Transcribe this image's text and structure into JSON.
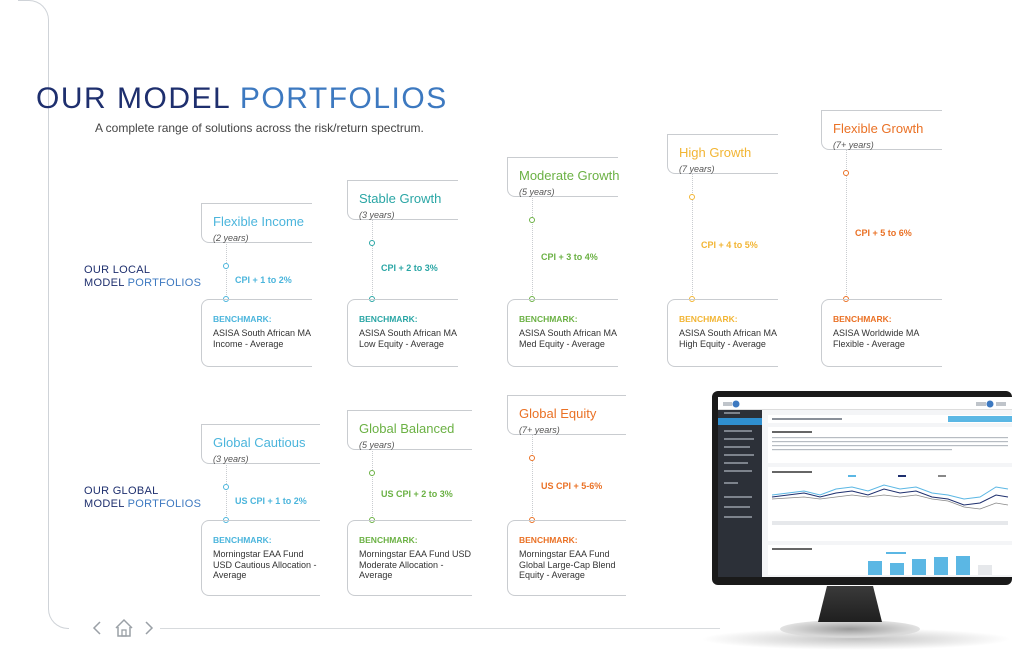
{
  "header": {
    "title_part1": "OUR MODEL",
    "title_part2": "PORTFOLIOS",
    "subtitle": "A complete range of solutions across the risk/return spectrum."
  },
  "local": {
    "label_line1": "OUR LOCAL",
    "label_line2a": "MODEL",
    "label_line2b": "PORTFOLIOS",
    "portfolios": [
      {
        "name": "Flexible Income",
        "years": "(2 years)",
        "target": "CPI + 1 to 2%",
        "benchmark_label": "BENCHMARK:",
        "benchmark": "ASISA South African MA\nIncome - Average",
        "color": "#4bb5dc"
      },
      {
        "name": "Stable Growth",
        "years": "(3 years)",
        "target": "CPI + 2 to 3%",
        "benchmark_label": "BENCHMARK:",
        "benchmark": "ASISA South African MA\nLow Equity - Average",
        "color": "#2aa6a5"
      },
      {
        "name": "Moderate Growth",
        "years": "(5 years)",
        "target": "CPI + 3 to 4%",
        "benchmark_label": "BENCHMARK:",
        "benchmark": "ASISA South African MA\nMed Equity - Average",
        "color": "#6bb144"
      },
      {
        "name": "High Growth",
        "years": "(7 years)",
        "target": "CPI + 4 to 5%",
        "benchmark_label": "BENCHMARK:",
        "benchmark": "ASISA South African MA\nHigh Equity - Average",
        "color": "#f2b534"
      },
      {
        "name": "Flexible Growth",
        "years": "(7+ years)",
        "target": "CPI + 5 to 6%",
        "benchmark_label": "BENCHMARK:",
        "benchmark": "ASISA Worldwide MA\nFlexible - Average",
        "color": "#ea7125"
      }
    ]
  },
  "global": {
    "label_line1": "OUR GLOBAL",
    "label_line2a": "MODEL",
    "label_line2b": "PORTFOLIOS",
    "portfolios": [
      {
        "name": "Global Cautious",
        "years": "(3 years)",
        "target": "US CPI + 1 to 2%",
        "benchmark_label": "BENCHMARK:",
        "benchmark": "Morningstar EAA Fund\nUSD Cautious Allocation -\nAverage",
        "color": "#4bb5dc"
      },
      {
        "name": "Global Balanced",
        "years": "(5 years)",
        "target": "US CPI + 2 to 3%",
        "benchmark_label": "BENCHMARK:",
        "benchmark": "Morningstar EAA Fund USD\nModerate Allocation -\nAverage",
        "color": "#6bb144"
      },
      {
        "name": "Global Equity",
        "years": "(7+ years)",
        "target": "US CPI + 5-6%",
        "benchmark_label": "BENCHMARK:",
        "benchmark": "Morningstar EAA Fund\nGlobal Large-Cap Blend\nEquity - Average",
        "color": "#ea7125"
      }
    ]
  },
  "colors": {
    "navy": "#1e2f6e",
    "blue": "#3d79c0",
    "rule": "#c9ccd0"
  },
  "icons": {
    "prev": "chevron-left-icon",
    "home": "home-icon",
    "next": "chevron-right-icon"
  }
}
